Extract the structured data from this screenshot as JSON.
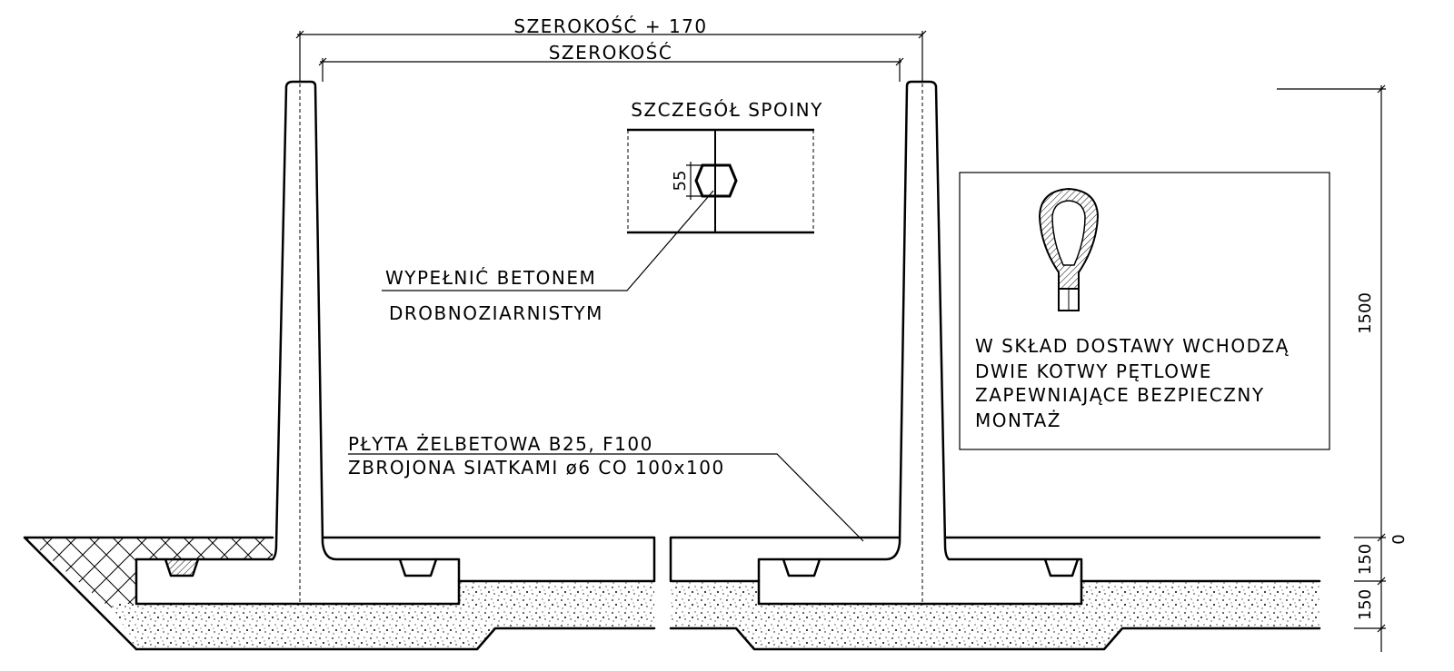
{
  "labels": {
    "width_plus": "SZEROKOŚĆ + 170",
    "width": "SZEROKOŚĆ",
    "weld_detail": "SZCZEGÓŁ SPOINY",
    "weld_dim": "55",
    "fill_line1": "WYPEŁNIĆ BETONEM",
    "fill_line2": "DROBNOZIARNISTYM",
    "slab_line1": "PŁYTA ŻELBETOWA B25, F100",
    "slab_line2": "ZBROJONA SIATKAMI ø6 CO 100x100",
    "height_dim": "1500",
    "zero_dim": "0",
    "dim_150_upper": "150",
    "dim_150_lower": "150"
  },
  "anchor_note": {
    "line1": "W SKŁAD DOSTAWY WCHODZĄ",
    "line2": "DWIE KOTWY PĘTLOWE",
    "line3": "ZAPEWNIAJĄCE BEZPIECZNY",
    "line4": "MONTAŻ"
  }
}
